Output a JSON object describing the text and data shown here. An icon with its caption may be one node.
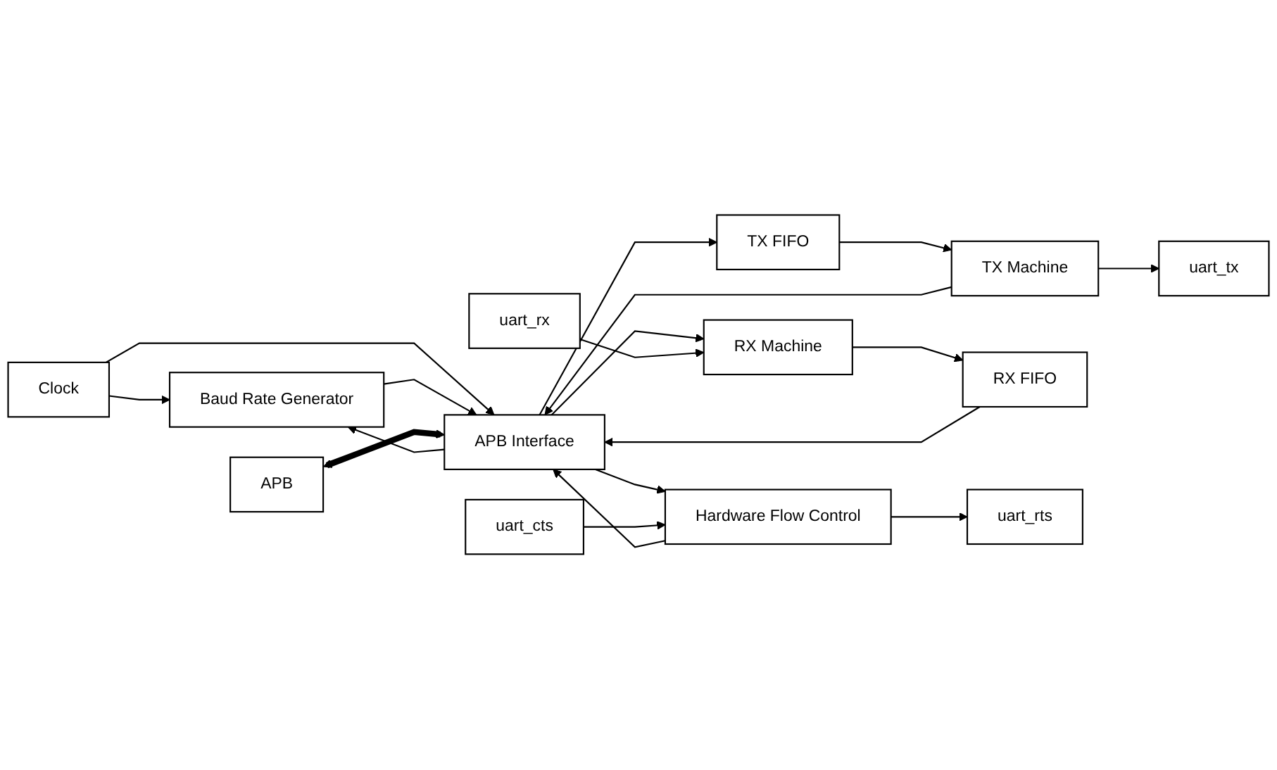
{
  "diagram": {
    "nodes": [
      {
        "text": [
          "Baud Rate Generator"
        ]
      },
      {
        "text": [
          "Clock"
        ]
      },
      {
        "text": [
          "APB"
        ]
      },
      {
        "text": [
          "APB Interface"
        ]
      },
      {
        "text": [
          "TX FIFO"
        ]
      },
      {
        "text": [
          "TX Machine"
        ]
      },
      {
        "text": [
          "RX FIFO"
        ]
      },
      {
        "text": [
          "RX Machine"
        ]
      },
      {
        "text": [
          "Hardware Flow Control"
        ]
      },
      {
        "text": [
          "uart_tx"
        ]
      },
      {
        "text": [
          "uart_rx"
        ]
      },
      {
        "text": [
          "uart_rts"
        ]
      },
      {
        "text": [
          "uart_cts"
        ]
      }
    ],
    "edges": [
      {
        "from": 1,
        "to": 0,
        "arrow": "to"
      },
      {
        "from": 1,
        "to": 3,
        "arrow": "to"
      },
      {
        "from": 0,
        "to": 3,
        "arrow": "to"
      },
      {
        "from": 3,
        "to": 0,
        "arrow": "to"
      },
      {
        "from": 2,
        "to": 3,
        "arrow": "both",
        "style": "thick"
      },
      {
        "from": 5,
        "to": 3,
        "arrow": "to"
      },
      {
        "from": 3,
        "to": 4,
        "arrow": "to"
      },
      {
        "from": 4,
        "to": 5,
        "arrow": "to"
      },
      {
        "from": 5,
        "to": 9,
        "arrow": "to"
      },
      {
        "from": 7,
        "to": 6,
        "arrow": "to"
      },
      {
        "from": 6,
        "to": 3,
        "arrow": "to"
      },
      {
        "from": 3,
        "to": 7,
        "arrow": "to"
      },
      {
        "from": 10,
        "to": 7,
        "arrow": "to"
      },
      {
        "from": 3,
        "to": 8,
        "arrow": "to"
      },
      {
        "from": 8,
        "to": 3,
        "arrow": "to"
      },
      {
        "from": 8,
        "to": 11,
        "arrow": "to"
      },
      {
        "from": 12,
        "to": 8,
        "arrow": "to"
      }
    ]
  }
}
